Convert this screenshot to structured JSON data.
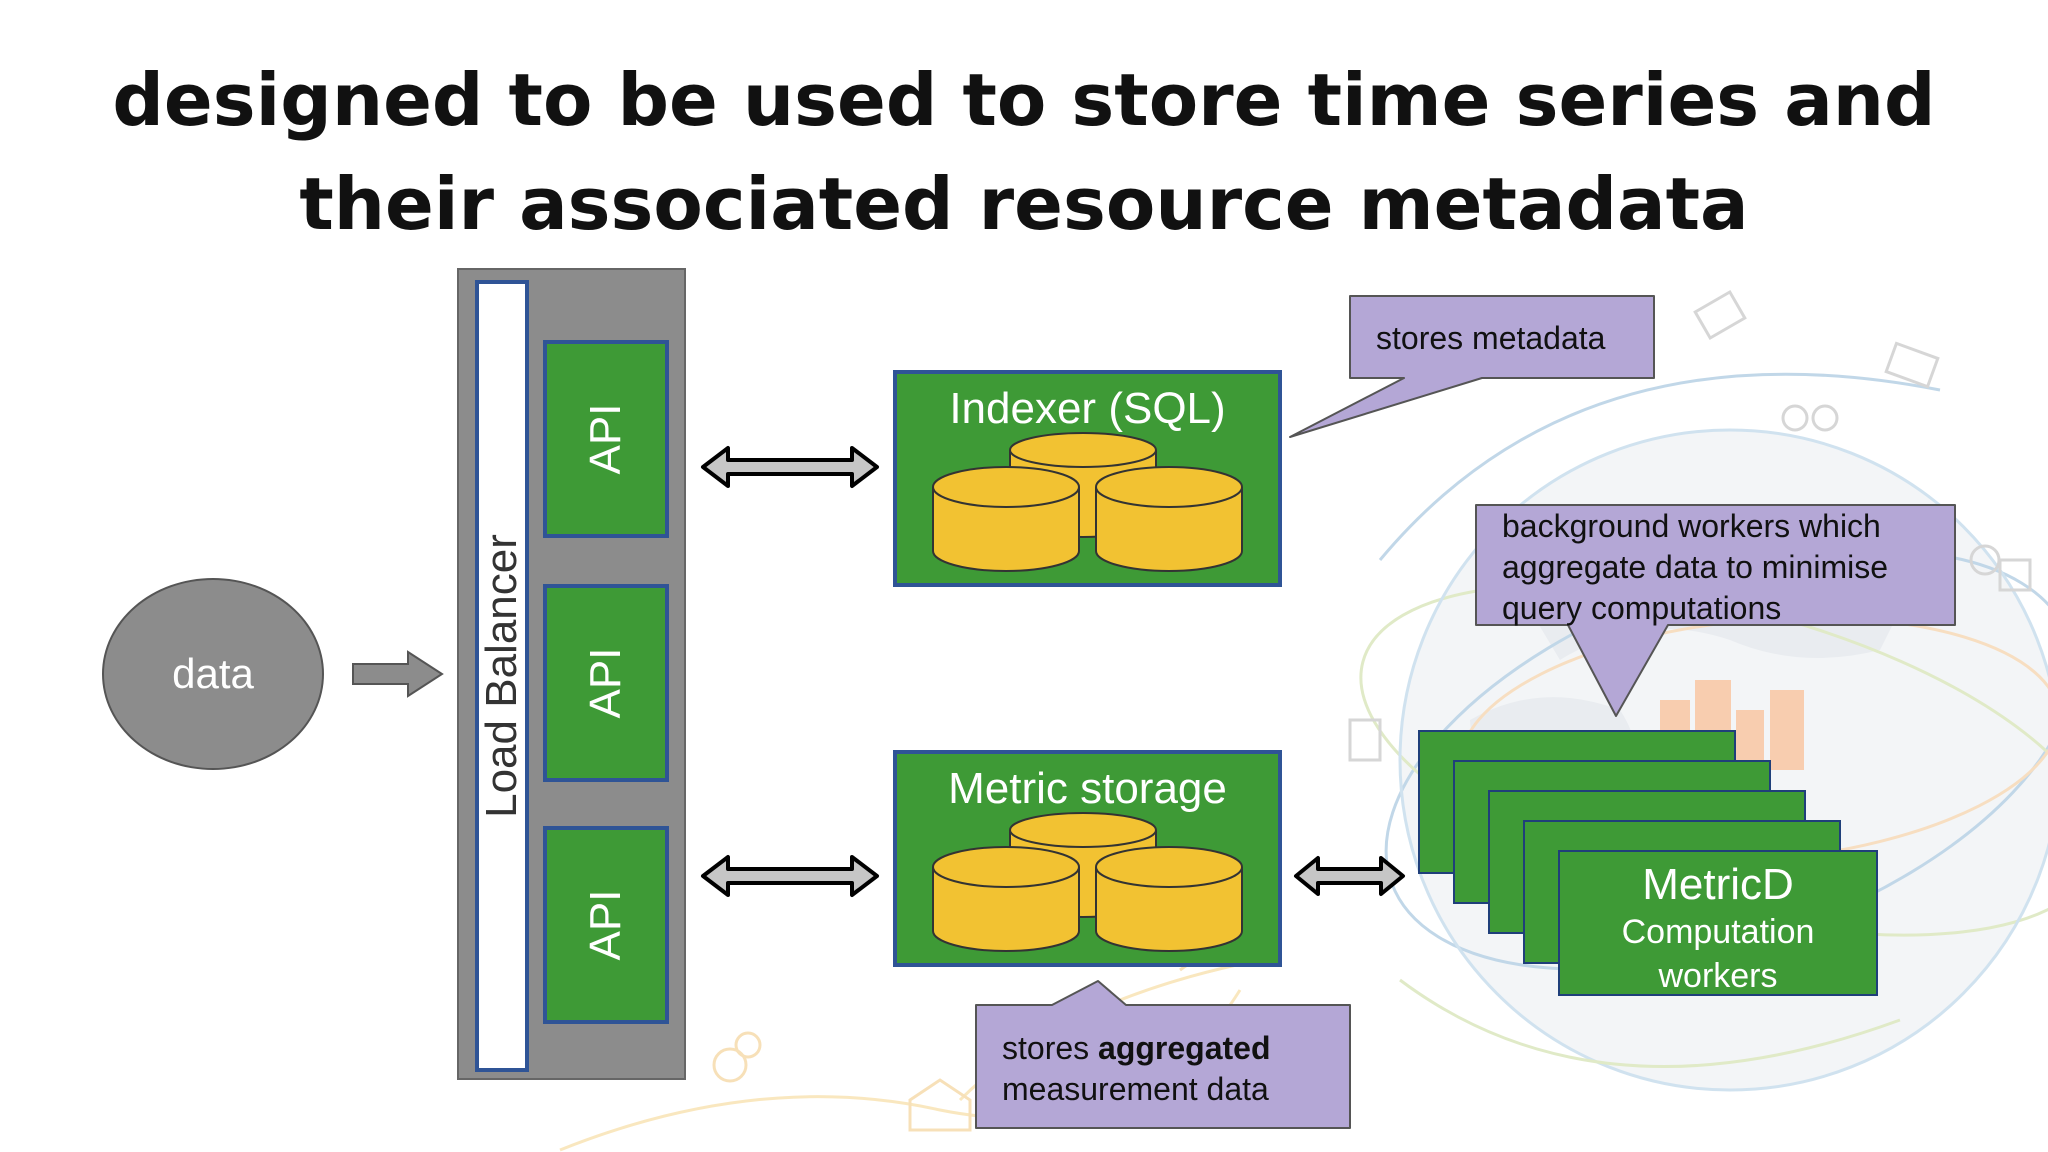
{
  "title": {
    "line1": "designed to be used to store time series and",
    "line2": "their associated resource metadata"
  },
  "data_node": "data",
  "load_balancer": "Load Balancer",
  "api_nodes": [
    "API",
    "API",
    "API"
  ],
  "indexer": "Indexer (SQL)",
  "metric_storage": "Metric storage",
  "metricd": {
    "title": "MetricD",
    "subtitle_line1": "Computation",
    "subtitle_line2": "workers"
  },
  "callouts": {
    "metadata": "stores metadata",
    "aggregated_prefix": "stores ",
    "aggregated_bold": "aggregated",
    "aggregated_line2": "measurement data",
    "workers_line1": "background workers which",
    "workers_line2": "aggregate data to minimise",
    "workers_line3": "query computations"
  },
  "colors": {
    "green": "#3e9a36",
    "blue_border": "#2f5496",
    "gray": "#8c8c8c",
    "cylinder": "#f2c232",
    "callout": "#b4a7d6"
  }
}
